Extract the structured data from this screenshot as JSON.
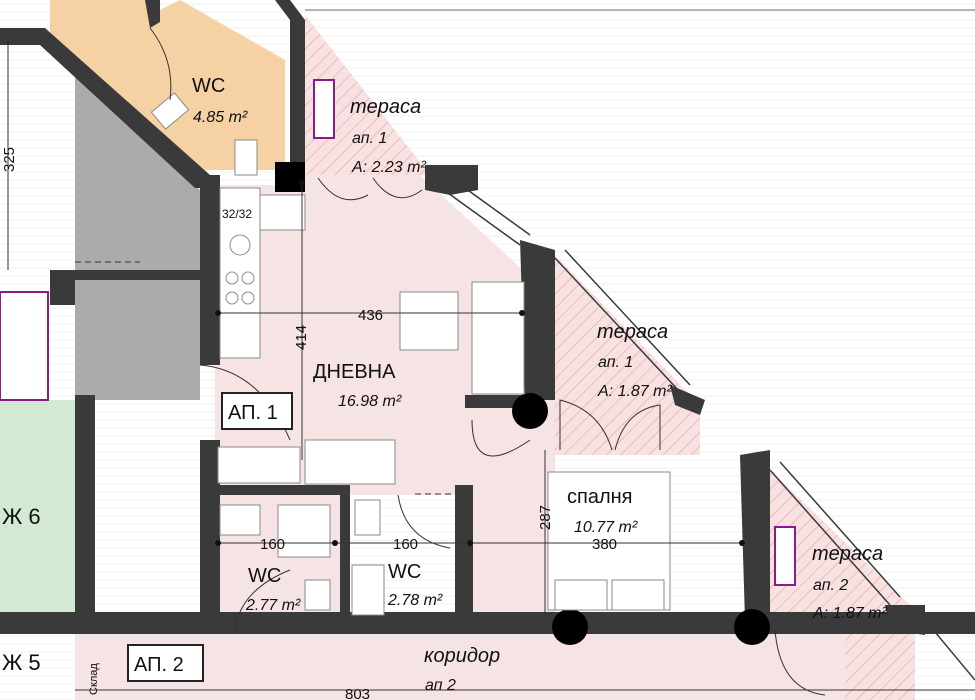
{
  "rooms": {
    "wc_top": {
      "name": "WC",
      "area": "4.85 m²"
    },
    "terrace_1a": {
      "name": "тераса",
      "apartment": "ап. 1",
      "area": "A: 2.23 m²"
    },
    "terrace_1b": {
      "name": "тераса",
      "apartment": "ап. 1",
      "area": "A: 1.87 m²"
    },
    "terrace_2": {
      "name": "тераса",
      "apartment": "ап. 2",
      "area": "A: 1.87 m²"
    },
    "living": {
      "name": "ДНЕВНА",
      "area": "16.98 m²"
    },
    "bedroom": {
      "name": "спалня",
      "area": "10.77 m²"
    },
    "wc_left": {
      "name": "WC",
      "area": "2.77 m²"
    },
    "wc_right": {
      "name": "WC",
      "area": "2.78 m²"
    },
    "corridor": {
      "name": "коридор",
      "apartment": "ап 2"
    }
  },
  "tags": {
    "ap1": "АП. 1",
    "ap2": "АП. 2",
    "zh6": "Ж 6",
    "zh5": "Ж 5",
    "storage": "Склад",
    "kitchen_code": "32/32"
  },
  "dimensions": {
    "d325": "325",
    "d414": "414",
    "d436": "436",
    "d287": "287",
    "d160a": "160",
    "d160b": "160",
    "d380": "380",
    "d803": "803"
  },
  "colors": {
    "apartment_floor": "#f6e3e3",
    "wc_top_floor": "#f5d2a6",
    "corridor_grey": "#a9a9a9",
    "bath_green": "#d2e8d2",
    "wall": "#3a3a3a",
    "column": "#000000",
    "wardrobe": "#8b1a8b"
  }
}
